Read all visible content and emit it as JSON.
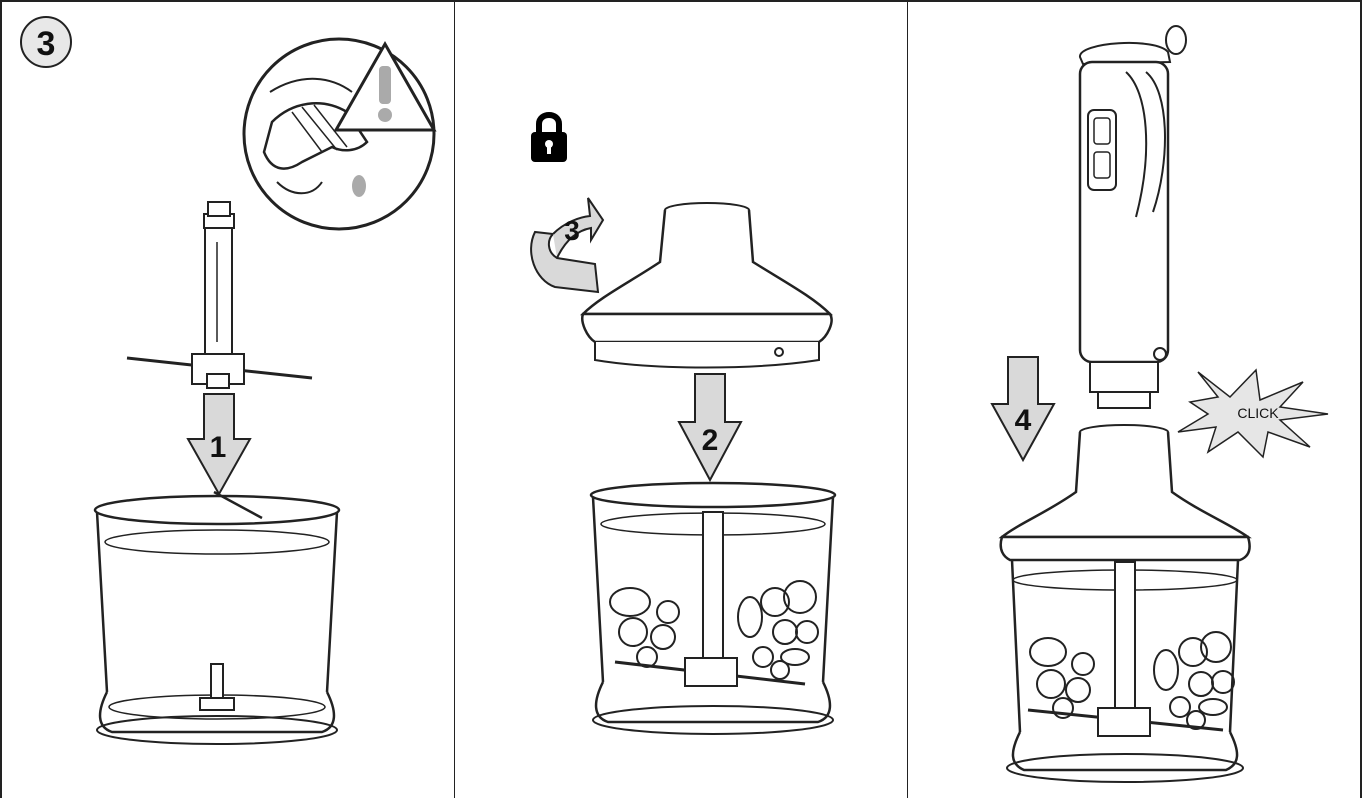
{
  "step_badge": "3",
  "arrows": {
    "arrow_1": "1",
    "arrow_2": "2",
    "arrow_3": "3",
    "arrow_4": "4"
  },
  "click_burst": "CLICK",
  "icons": {
    "warning": "warning-triangle-icon",
    "lock": "padlock-icon",
    "rotate": "rotate-arrow-icon"
  },
  "colors": {
    "outline": "#222222",
    "arrow_fill": "#d9d9d9",
    "burst_fill": "#e6e6e6",
    "lock_fill": "#000000"
  }
}
